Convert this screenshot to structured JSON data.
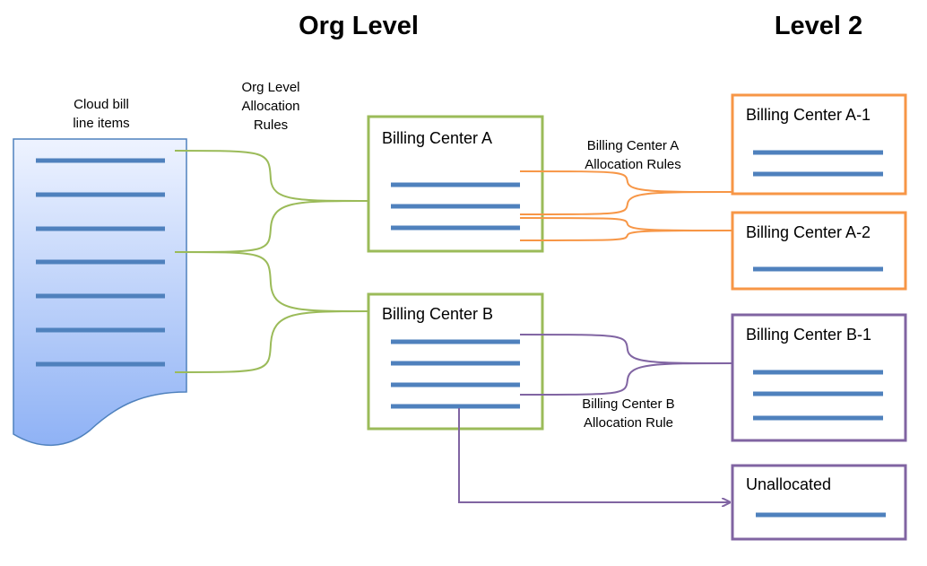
{
  "headings": {
    "org_level": "Org Level",
    "level_2": "Level 2"
  },
  "document": {
    "caption_line1": "Cloud bill",
    "caption_line2": "line items",
    "lines_count": 7
  },
  "org_rules": {
    "line1": "Org Level",
    "line2": "Allocation",
    "line3": "Rules"
  },
  "centers": {
    "a": {
      "title": "Billing Center  A"
    },
    "b": {
      "title": "Billing Center  B"
    }
  },
  "rules_a": {
    "line1": "Billing Center A",
    "line2": "Allocation Rules"
  },
  "rules_b": {
    "line1": "Billing Center B",
    "line2": "Allocation Rule"
  },
  "level2": {
    "a1": {
      "title": "Billing Center  A-1"
    },
    "a2": {
      "title": "Billing Center  A-2"
    },
    "b1": {
      "title": "Billing Center  B-1"
    },
    "unallocated": {
      "title": "Unallocated"
    }
  },
  "colors": {
    "org_green": "#9bbb59",
    "center_a_orange": "#f79646",
    "center_b_purple": "#8064a2",
    "line_item_blue": "#4f81bd",
    "doc_top": "#e8efff",
    "doc_bottom": "#8fb2f5"
  }
}
